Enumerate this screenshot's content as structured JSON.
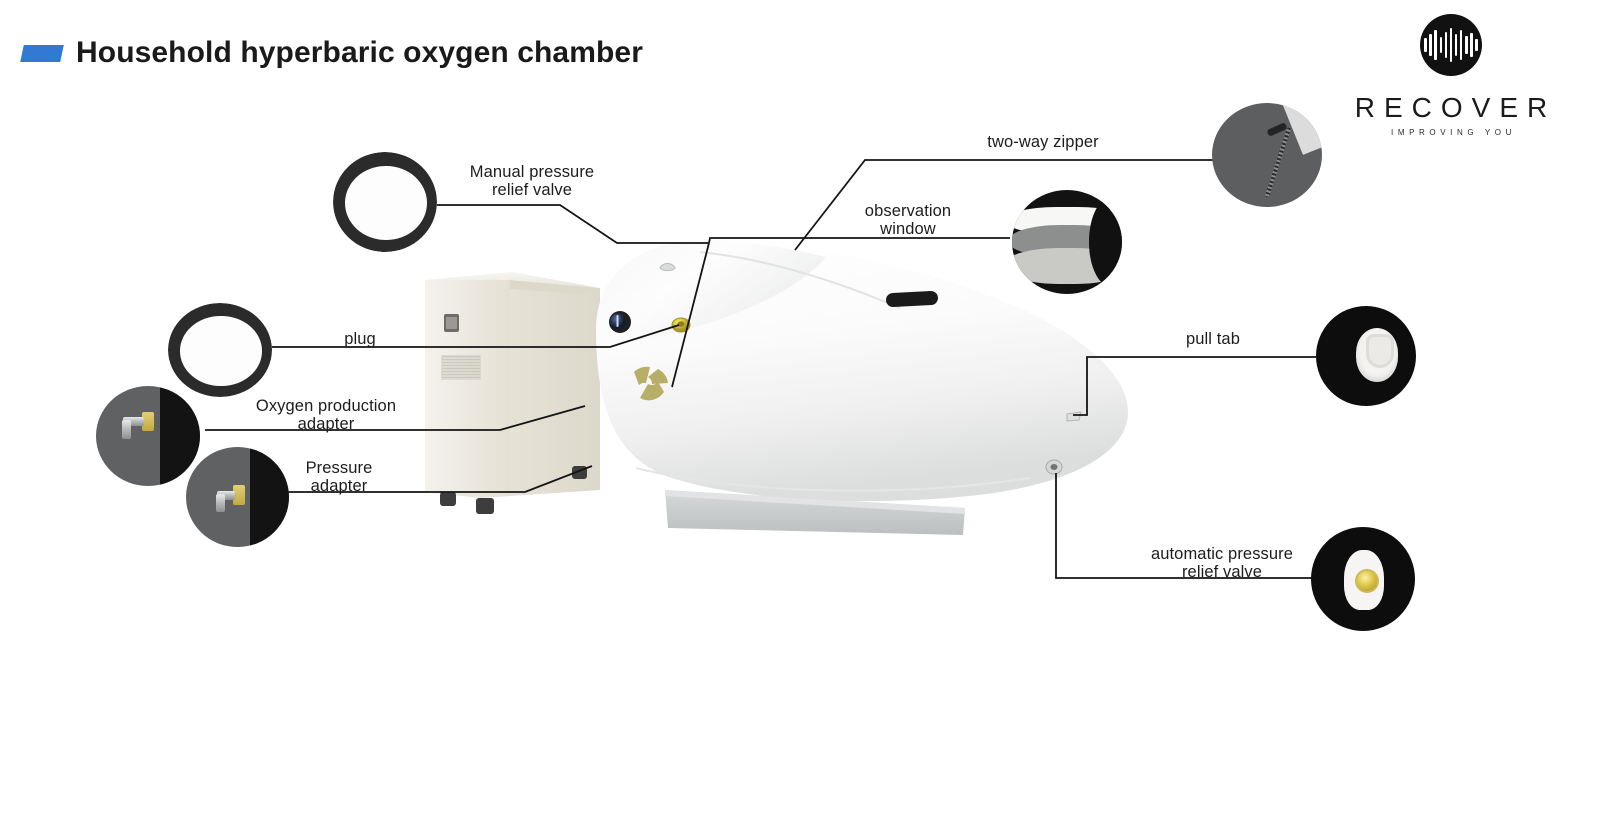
{
  "page": {
    "title": "Household hyperbaric oxygen chamber",
    "accent_color": "#3279d4",
    "background": "#ffffff",
    "line_color": "#141414",
    "text_color": "#1d1d1d"
  },
  "brand": {
    "name": "RECOVER",
    "tagline": "IMPROVING YOU",
    "mark_icon": "audio-waveform-icon",
    "mark_color": "#111111",
    "waveform_bars": [
      14,
      22,
      30,
      16,
      26,
      34,
      22,
      30,
      18,
      24,
      12
    ]
  },
  "callouts": [
    {
      "id": "manual-pressure-relief-valve",
      "label": "Manual pressure\nrelief valve",
      "detail_icon": "gold-valve-cap-photo",
      "align": "center"
    },
    {
      "id": "plug",
      "label": "plug",
      "detail_icon": "gold-plug-photo",
      "align": "center"
    },
    {
      "id": "oxygen-production-adapter",
      "label": "Oxygen production\nadapter",
      "detail_icon": "brass-elbow-fitting-photo",
      "align": "center"
    },
    {
      "id": "pressure-adapter",
      "label": "Pressure\nadapter",
      "detail_icon": "brass-elbow-fitting-photo",
      "align": "center"
    },
    {
      "id": "two-way-zipper",
      "label": "two-way zipper",
      "detail_icon": "zipper-photo",
      "align": "center"
    },
    {
      "id": "observation-window",
      "label": "observation\nwindow",
      "detail_icon": "window-layers-photo",
      "align": "center"
    },
    {
      "id": "pull-tab",
      "label": "pull tab",
      "detail_icon": "white-pull-tab-photo",
      "align": "center"
    },
    {
      "id": "automatic-pressure-relief-valve",
      "label": "automatic pressure\nrelief valve",
      "detail_icon": "automatic-relief-valve-photo",
      "align": "center"
    }
  ],
  "product": {
    "chamber_name": "inflatable-hyperbaric-chamber",
    "chamber_color": "#fdfdfd",
    "base_skirt_color": "#c9cbcc",
    "concentrator_name": "oxygen-concentrator-unit",
    "concentrator_color": "#efece3",
    "emblem_color": "#b9b06a",
    "gauge_color": "#1d2a4a",
    "valve_color": "#d9c84a"
  }
}
